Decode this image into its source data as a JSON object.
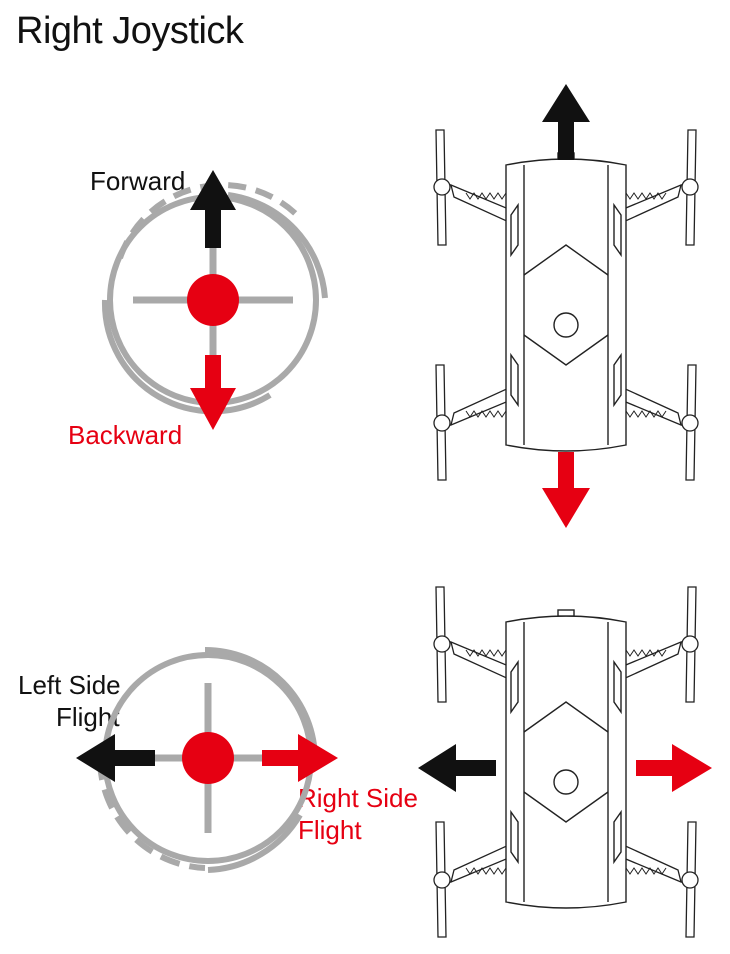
{
  "title": "Right Joystick",
  "labels": {
    "forward": "Forward",
    "backward": "Backward",
    "left_side_line1": "Left Side",
    "left_side_line2": "Flight",
    "right_side_line1": "Right Side",
    "right_side_line2": "Flight"
  },
  "colors": {
    "red": "#e60012",
    "black": "#111111",
    "gray": "#a9a9a9"
  }
}
